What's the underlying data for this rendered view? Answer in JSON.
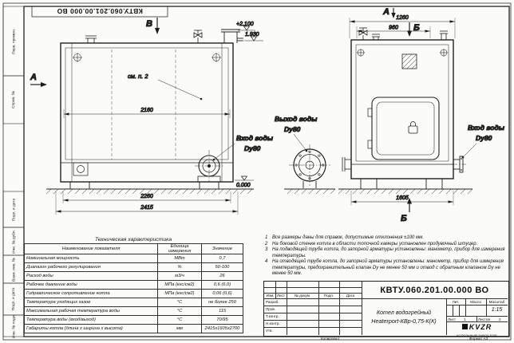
{
  "doc": {
    "code_flipped": "КВТУ.060.201.00.000 ВО",
    "copied_label": "Копировал",
    "format_label": "Формат А3"
  },
  "frame_strip": {
    "items": [
      "Перв. примен.",
      "Справ. №",
      "Подп. и дата",
      "Инв. № дубл.",
      "Взам. инв. №",
      "Подп. и дата",
      "Инв. № подл."
    ]
  },
  "drawing": {
    "labels": {
      "view_b": "В",
      "view_a_left": "А",
      "view_a_top": "А",
      "sec_b_top": "Б",
      "sec_b_bottom": "Б",
      "see_note": "см. п. 2",
      "lvl_plus2100": "+2.100",
      "lvl_1930": "1.930",
      "lvl_zero": "0.000",
      "dim_2160": "2160",
      "dim_2260": "2260",
      "dim_2415": "2415",
      "dim_1260": "1260",
      "dim_960": "960",
      "dim_1605": "1605",
      "outlet_title": "Выход воды",
      "outlet_dn": "Dy80",
      "inlet_front_title": "Вход воды",
      "inlet_front_dn": "Dy80",
      "inlet_side_title": "Вход воды",
      "inlet_side_dn": "Dy80"
    }
  },
  "notes": {
    "items": [
      {
        "num": "1",
        "text": "Все размеры даны для справок, допустимые отклонения ±100 мм."
      },
      {
        "num": "2",
        "text": "На боковой стенке котла в области топочной камеры установлен продувочный штуцер."
      },
      {
        "num": "3",
        "text": "На подводящей трубе котла, до запорной арматуры установлены: манометр, прибор для измерения температуры."
      },
      {
        "num": "4",
        "text": "На отводящей трубе котла, до запорной арматуры установлены: манометр, прибор для измерения температуры, предохранительный клапан Dу не менее 50 мм и отвод с обратным клапаном Dу не менее 50 мм."
      }
    ]
  },
  "tech_table": {
    "title": "Техническая характеристика",
    "headers": [
      "Наименование показателя",
      "Единица измерения",
      "Значение"
    ],
    "rows": [
      [
        "Номинальная мощность",
        "МВт",
        "0,7"
      ],
      [
        "Диапазон рабочего регулирования",
        "%",
        "50-100"
      ],
      [
        "Расход воды",
        "м3/ч",
        "26"
      ],
      [
        "Рабочее давление воды",
        "МПа (кгс/см2)",
        "0,6 (6,0)"
      ],
      [
        "Гидравлическое сопротивление котла",
        "МПа (кгс/см2)",
        "0,06 (0,6)"
      ],
      [
        "Температура уходящих газов",
        "°С",
        "не более 250"
      ],
      [
        "Максимальная рабочая температура воды",
        "°С",
        "115"
      ],
      [
        "Температура воды (вход/выход)",
        "°С",
        "70/95"
      ],
      [
        "Габариты котла (длина х ширина х высота)",
        "мм",
        "2415х1605х2700"
      ]
    ]
  },
  "title_block": {
    "code": "КВТУ.060.201.00.000 ВО",
    "header_cols": [
      "Изм.",
      "Лист",
      "№ докум.",
      "Подп.",
      "Дата"
    ],
    "roles": [
      "Разраб.",
      "Пров.",
      "Т.контр.",
      "Н.контр.",
      "Утв."
    ],
    "product_line1": "Котел водогрейный",
    "product_line2": "Heaterport-КВр-0,75-К(К)",
    "lit_label": "Лит.",
    "mass_label": "Масса",
    "scale_label": "Масштаб",
    "scale_value": "1:15",
    "sheet_label": "Лист",
    "sheet_value": "1",
    "sheets_label": "Листов",
    "sheets_value": "2",
    "company_name": "KVZR",
    "company_sub": "КОТЕЛЬНЫЙ ЗАВОД РЭП"
  }
}
